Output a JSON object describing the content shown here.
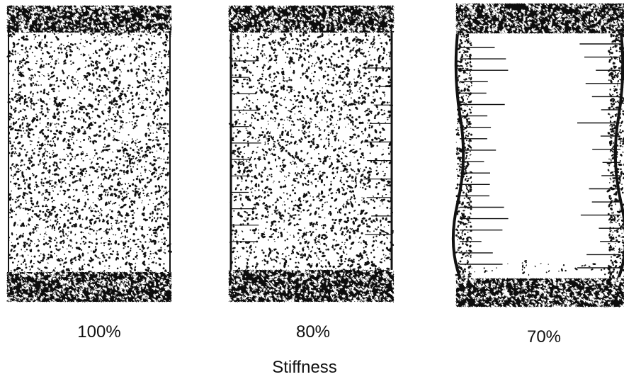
{
  "panels": [
    {
      "id": "specimen-100",
      "label": "100%",
      "crack_level": "none"
    },
    {
      "id": "specimen-80",
      "label": "80%",
      "crack_level": "light"
    },
    {
      "id": "specimen-70",
      "label": "70%",
      "crack_level": "heavy"
    }
  ],
  "axis_label": "Stiffness",
  "colors": {
    "ink": "#111111",
    "paper": "#ffffff"
  }
}
